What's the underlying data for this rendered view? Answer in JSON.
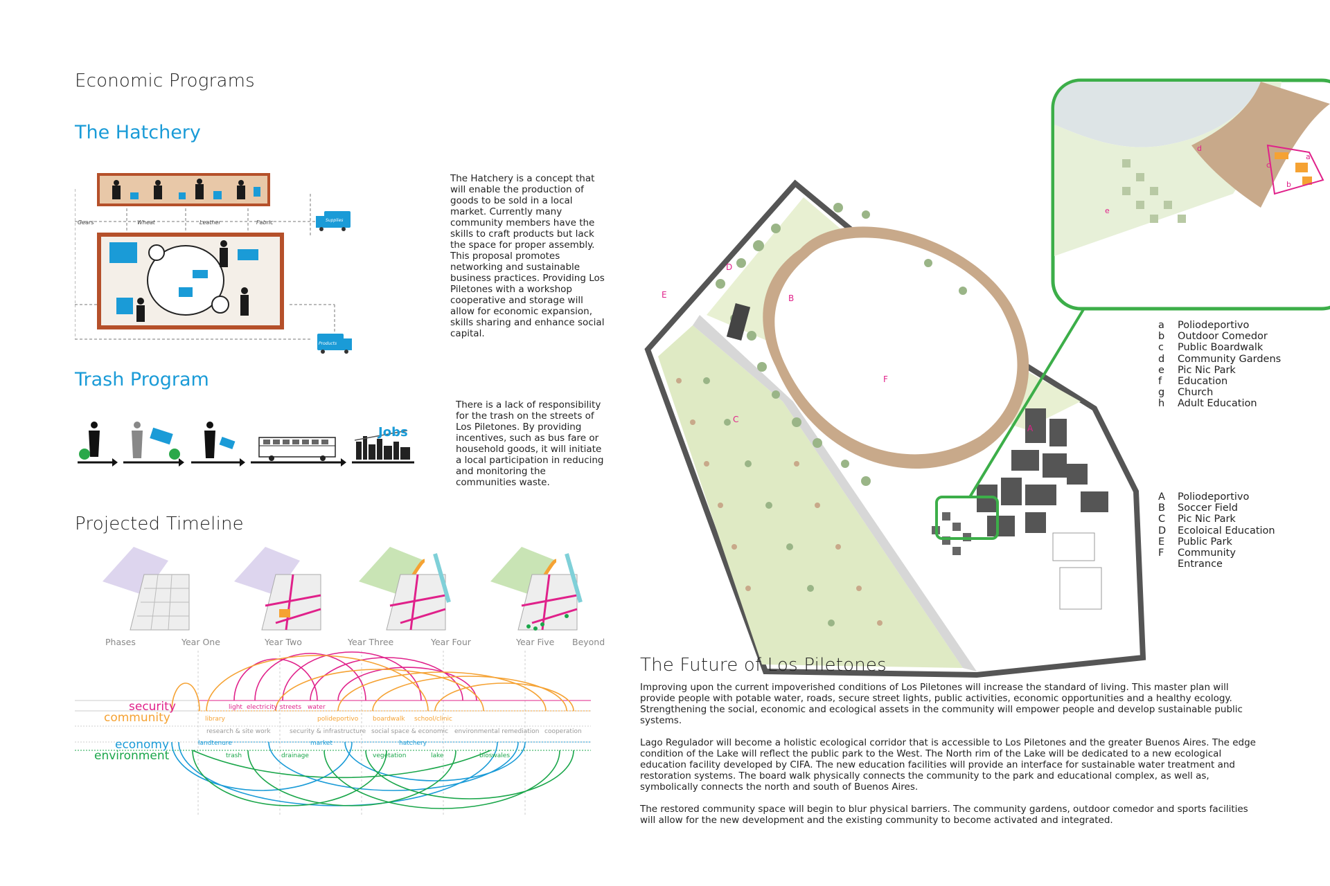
{
  "headings": {
    "economic_programs": "Economic Programs",
    "hatchery": "The Hatchery",
    "trash_program": "Trash Program",
    "projected_timeline": "Projected Timeline",
    "future": "The Future of Los Piletones"
  },
  "hatchery": {
    "text": "The Hatchery is a concept that will enable the production of goods to be sold in a local market. Currently many community members have the skills to craft products but lack the space for proper assembly. This proposal promotes networking and sustainable business practices. Providing Los Piletones with a workshop cooperative and storage will allow for economic expansion, skills sharing and enhance social capital.",
    "flow_labels": [
      "Gears",
      "Wheat",
      "Leather",
      "Fabric"
    ],
    "supplies": "Supplies",
    "products": "Products"
  },
  "trash": {
    "text": "There is a lack of responsibility for the trash on the streets of Los Piletones. By providing incentives, such as bus fare or household goods, it will initiate a local participation in reducing and monitoring the communities waste.",
    "jobs": "Jobs"
  },
  "timeline": {
    "phases": [
      "Phases",
      "Year One",
      "Year Two",
      "Year Three",
      "Year Four",
      "Year Five",
      "Beyond"
    ],
    "rows": {
      "security": "security",
      "community": "community",
      "economy": "economy",
      "environment": "environment"
    },
    "security_items": [
      "light",
      "electricity",
      "streets",
      "water"
    ],
    "community_items": [
      "library",
      "polideportivo",
      "boardwalk",
      "school/clinic"
    ],
    "stage_items": [
      "research & site work",
      "security & infrastructure",
      "social space & economic",
      "environmental remediation",
      "cooperation"
    ],
    "economy_items": [
      "landtenure",
      "market",
      "hatchery"
    ],
    "environment_items": [
      "trash",
      "drainage",
      "vegetation",
      "lake",
      "bioswales"
    ],
    "colors": {
      "security": "#e0218a",
      "community": "#f5a233",
      "economy": "#1a9bd7",
      "environment": "#1aa64a"
    }
  },
  "legend_lower": [
    {
      "k": "a",
      "v": "Poliodeportivo"
    },
    {
      "k": "b",
      "v": "Outdoor Comedor"
    },
    {
      "k": "c",
      "v": "Public Boardwalk"
    },
    {
      "k": "d",
      "v": "Community Gardens"
    },
    {
      "k": "e",
      "v": "Pic Nic Park"
    },
    {
      "k": "f",
      "v": "Education"
    },
    {
      "k": "g",
      "v": "Church"
    },
    {
      "k": "h",
      "v": "Adult Education"
    }
  ],
  "legend_upper": [
    {
      "k": "A",
      "v": "Poliodeportivo"
    },
    {
      "k": "B",
      "v": "Soccer Field"
    },
    {
      "k": "C",
      "v": "Pic Nic Park"
    },
    {
      "k": "D",
      "v": "Ecoloical Education"
    },
    {
      "k": "E",
      "v": "Public Park"
    },
    {
      "k": "F",
      "v": "Community Entrance"
    }
  ],
  "map_labels": [
    "A",
    "B",
    "C",
    "D",
    "E",
    "F"
  ],
  "inset_labels": [
    "a",
    "b",
    "c",
    "d",
    "e"
  ],
  "future": {
    "p1": "Improving upon the current impoverished conditions of Los Piletones will increase the standard of living. This master plan will provide people with potable water, roads, secure street lights, public activities, economic opportunities and a healthy ecology. Strengthening the social, economic and ecological assets in the community will empower people and develop sustainable public systems.",
    "p2": "Lago Regulador will become a holistic ecological corridor that is accessible to Los Piletones and the greater Buenos Aires. The edge condition of the Lake will reflect the public park to the West. The North rim of the Lake will be dedicated to a new ecological education facility developed by CIFA. The new education facilities will provide an interface for sustainable water treatment and restoration systems. The board walk physically connects the community to the park and educational complex, as well as, symbolically connects the north and south of Buenos Aires.",
    "p3": "The restored community space will begin to blur physical barriers. The community gardens, outdoor comedor and sports facilities will allow for the new development and the existing community to become activated and integrated."
  },
  "palette": {
    "accent_blue": "#1a9bd7",
    "park_green": "#dfeac4",
    "inset_border": "#3cae49",
    "magenta": "#e0218a",
    "boardwalk": "#c8a98a"
  }
}
